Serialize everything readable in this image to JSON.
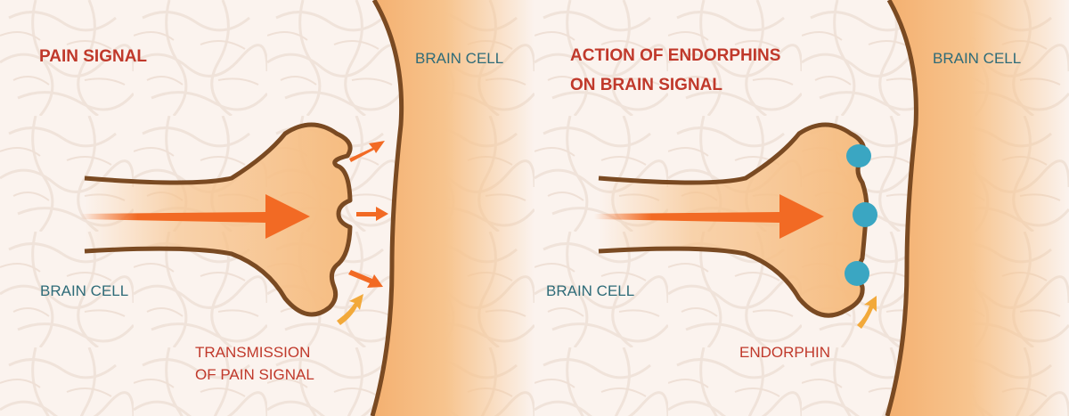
{
  "left_panel": {
    "title": "PAIN SIGNAL",
    "receiving_cell_label": "BRAIN CELL",
    "sending_cell_label": "BRAIN CELL",
    "caption_line1": "TRANSMISSION",
    "caption_line2": "OF PAIN SIGNAL"
  },
  "right_panel": {
    "title_line1": "ACTION OF ENDORPHINS",
    "title_line2": "ON BRAIN SIGNAL",
    "receiving_cell_label": "BRAIN CELL",
    "sending_cell_label": "BRAIN CELL",
    "caption": "ENDORPHIN"
  },
  "colors": {
    "title": "#c0392b",
    "cell_label": "#2e6b78",
    "cell_fill": "#f6bc80",
    "cell_outline": "#7a4a22",
    "signal_arrow": "#f26a24",
    "endorphin": "#3aa6c2",
    "endorphin_arrow": "#f2a93a",
    "background": "#fbf3ee"
  },
  "icons": [
    "signal-arrow-icon",
    "endorphin-arrow-icon"
  ]
}
